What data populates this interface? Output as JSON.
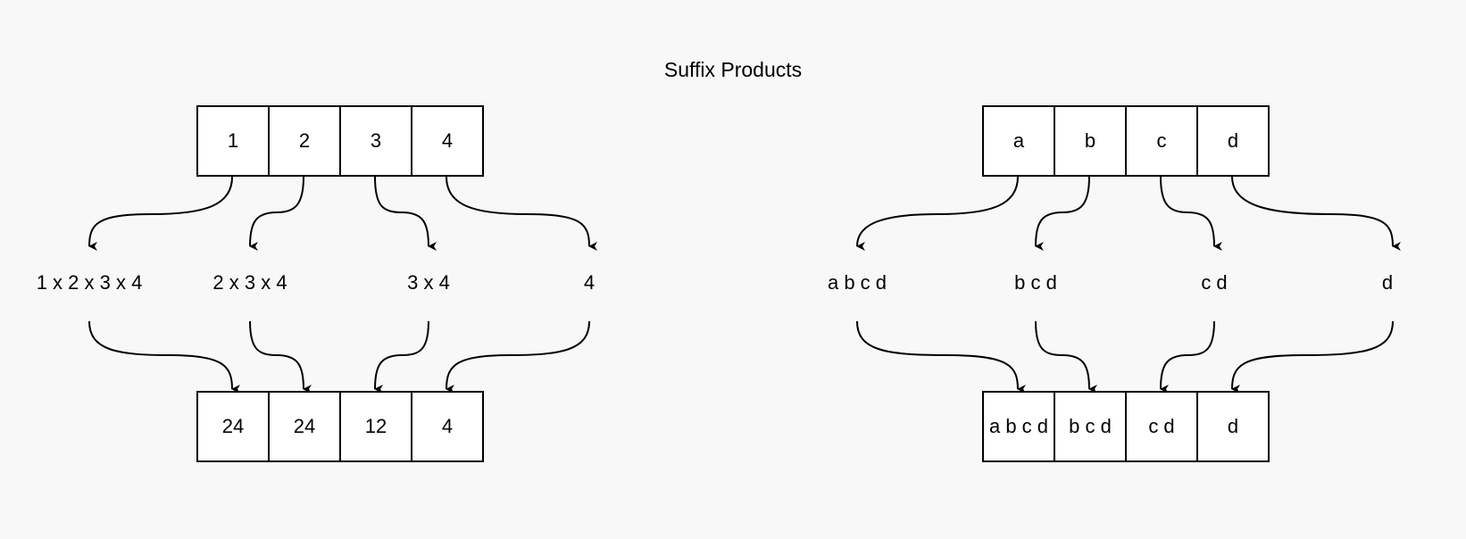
{
  "title": "Suffix Products",
  "left": {
    "input": [
      "1",
      "2",
      "3",
      "4"
    ],
    "expressions": [
      "1 x 2 x 3 x 4",
      "2 x 3 x 4",
      "3 x 4",
      "4"
    ],
    "output": [
      "24",
      "24",
      "12",
      "4"
    ]
  },
  "right": {
    "input": [
      "a",
      "b",
      "c",
      "d"
    ],
    "expressions": [
      "a b c d",
      "b c d",
      "c d",
      "d"
    ],
    "output": [
      "a b c d",
      "b c d",
      "c d",
      "d"
    ]
  }
}
